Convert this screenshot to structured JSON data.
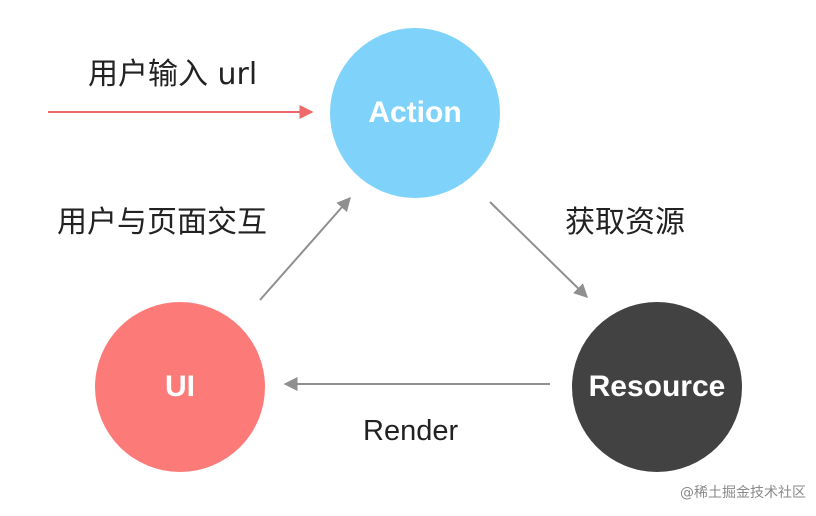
{
  "nodes": {
    "action": {
      "label": "Action",
      "color": "#7fd3fb"
    },
    "ui": {
      "label": "UI",
      "color": "#fc7b79"
    },
    "resource": {
      "label": "Resource",
      "color": "#424242"
    }
  },
  "edges": {
    "input": {
      "label": "用户输入 url",
      "color": "#ee6a6a"
    },
    "interact": {
      "label": "用户与页面交互",
      "color": "#8f8f8f"
    },
    "fetch": {
      "label": "获取资源",
      "color": "#8f8f8f"
    },
    "render": {
      "label": "Render",
      "color": "#8f8f8f"
    }
  },
  "watermark": "@稀土掘金技术社区"
}
